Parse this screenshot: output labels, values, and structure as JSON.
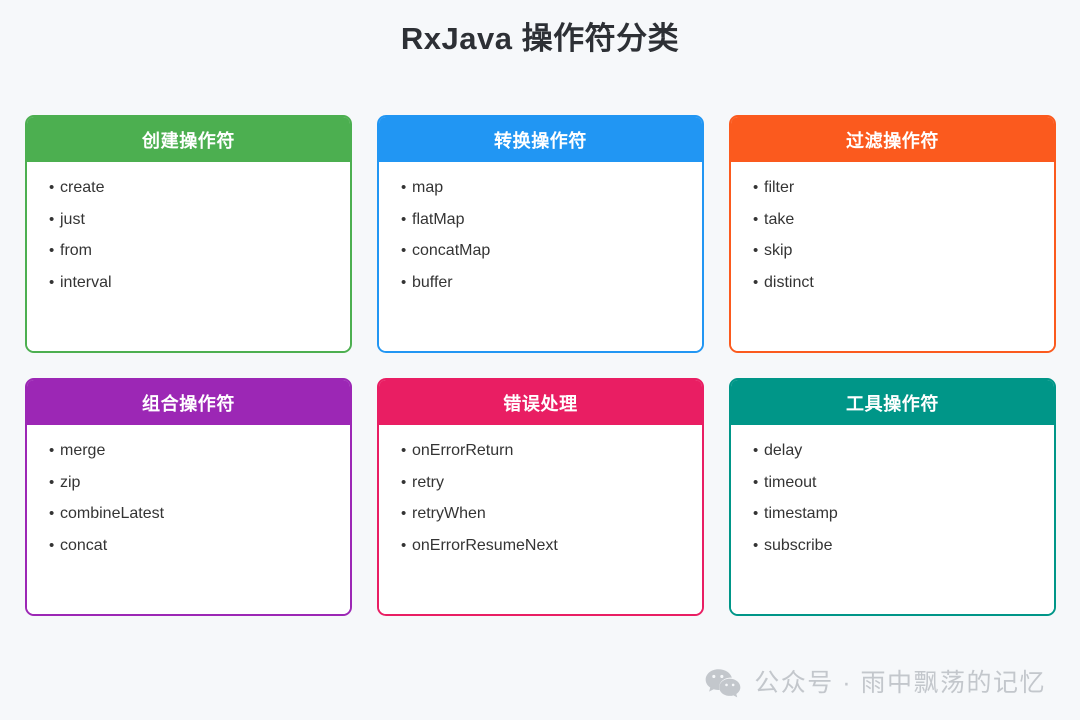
{
  "page": {
    "title": "RxJava 操作符分类",
    "background_color": "#F6F8FA",
    "title_color": "#2D3035"
  },
  "cards": [
    {
      "id": "create-operators",
      "header": "创建操作符",
      "color": "#4CAF50",
      "bullet": "•",
      "items": [
        "create",
        "just",
        "from",
        "interval"
      ]
    },
    {
      "id": "transform-operators",
      "header": "转换操作符",
      "color": "#2196F3",
      "bullet": "•",
      "items": [
        "map",
        "flatMap",
        "concatMap",
        "buffer"
      ]
    },
    {
      "id": "filter-operators",
      "header": "过滤操作符",
      "color": "#FB5A1E",
      "bullet": "•",
      "items": [
        "filter",
        "take",
        "skip",
        "distinct"
      ]
    },
    {
      "id": "combine-operators",
      "header": "组合操作符",
      "color": "#9C27B5",
      "bullet": "•",
      "items": [
        "merge",
        "zip",
        "combineLatest",
        "concat"
      ]
    },
    {
      "id": "error-handling",
      "header": "错误处理",
      "color": "#E91E63",
      "bullet": "•",
      "items": [
        "onErrorReturn",
        "retry",
        "retryWhen",
        "onErrorResumeNext"
      ]
    },
    {
      "id": "utility-operators",
      "header": "工具操作符",
      "color": "#009688",
      "bullet": "•",
      "items": [
        "delay",
        "timeout",
        "timestamp",
        "subscribe"
      ]
    }
  ],
  "footer": {
    "icon": "wechat-icon",
    "text": "公众号 · 雨中飘荡的记忆",
    "text_color": "#C3C7CC"
  }
}
